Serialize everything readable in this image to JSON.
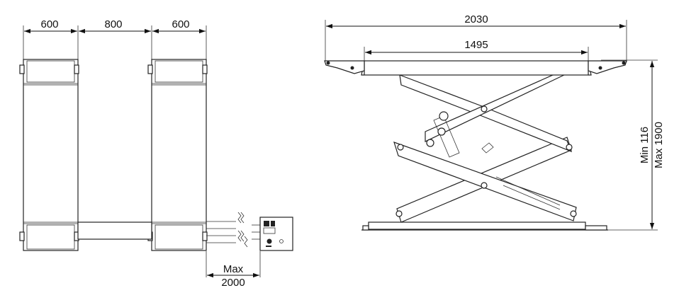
{
  "top_view": {
    "dim_left_width": "600",
    "dim_gap": "800",
    "dim_right_width": "600",
    "dim_max_label": "Max",
    "dim_max_value": "2000"
  },
  "side_view": {
    "dim_overall_length": "2030",
    "dim_platform_length": "1495",
    "dim_min_height": "Min 116",
    "dim_max_height": "Max 1900"
  }
}
